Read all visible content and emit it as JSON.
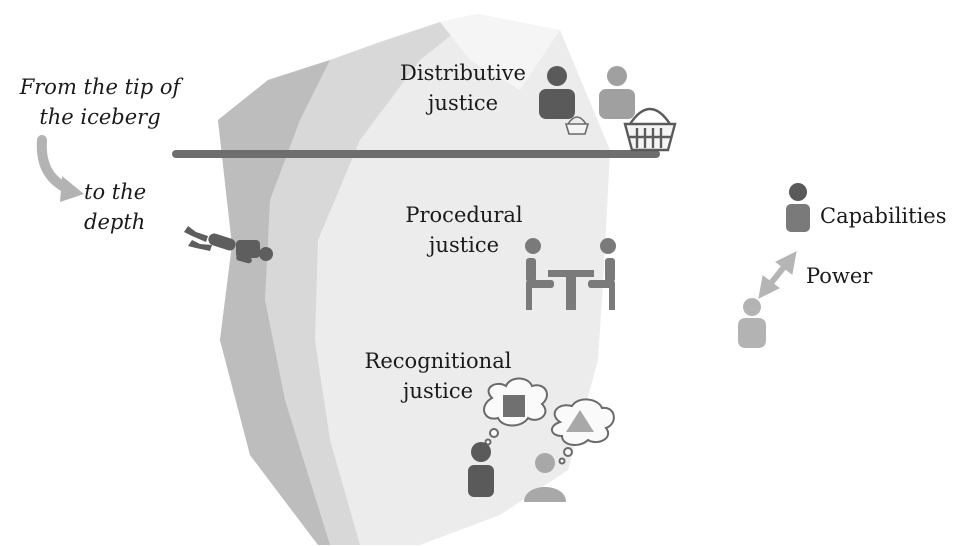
{
  "intro": {
    "tip_text": "From the tip of\nthe iceberg",
    "depth_text": "to the\ndepth"
  },
  "layers": {
    "distributive": "Distributive\njustice",
    "procedural": "Procedural\njustice",
    "recognitional": "Recognitional\njustice"
  },
  "legend": {
    "capabilities": "Capabilities",
    "power": "Power"
  },
  "colors": {
    "ice_light": "#ececec",
    "ice_mid": "#d6d6d6",
    "ice_dark": "#bdbdbd",
    "waterline": "#6e6e6e",
    "person_dark": "#5a5a5a",
    "person_light": "#9a9a9a",
    "arrow": "#b5b5b5"
  },
  "icons": [
    "diver-icon",
    "basket-icon",
    "person-icon",
    "table-icon",
    "thought-bubble-icon",
    "square-icon",
    "triangle-icon",
    "double-arrow-icon",
    "curved-arrow-icon"
  ]
}
